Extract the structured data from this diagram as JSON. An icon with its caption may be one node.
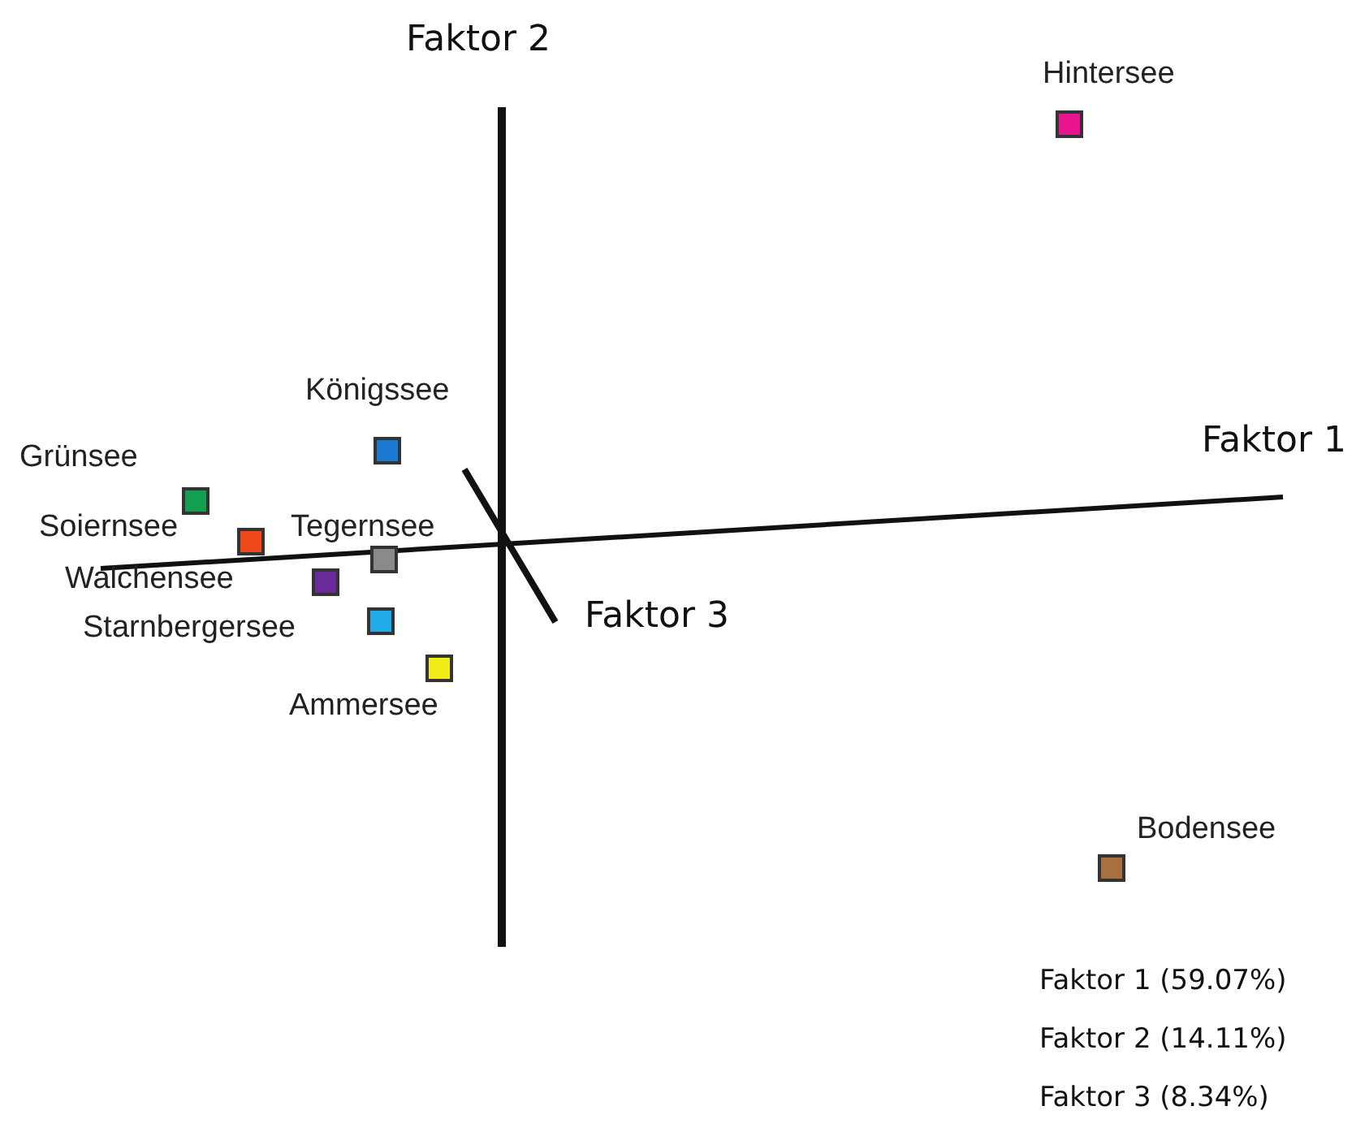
{
  "diagram": {
    "labels": [
      "Faktor 2",
      "Hintersee",
      "Königssee",
      "Faktor 1",
      "Grünsee",
      "Soiernsee",
      "Tegernsee",
      "Walchensee",
      "Faktor 3",
      "Starnbergersee",
      "Ammersee",
      "Bodensee",
      "Faktor 1 (59.07%)",
      "Faktor 2 (14.11%)",
      "Faktor 3 (8.34%)"
    ]
  }
}
